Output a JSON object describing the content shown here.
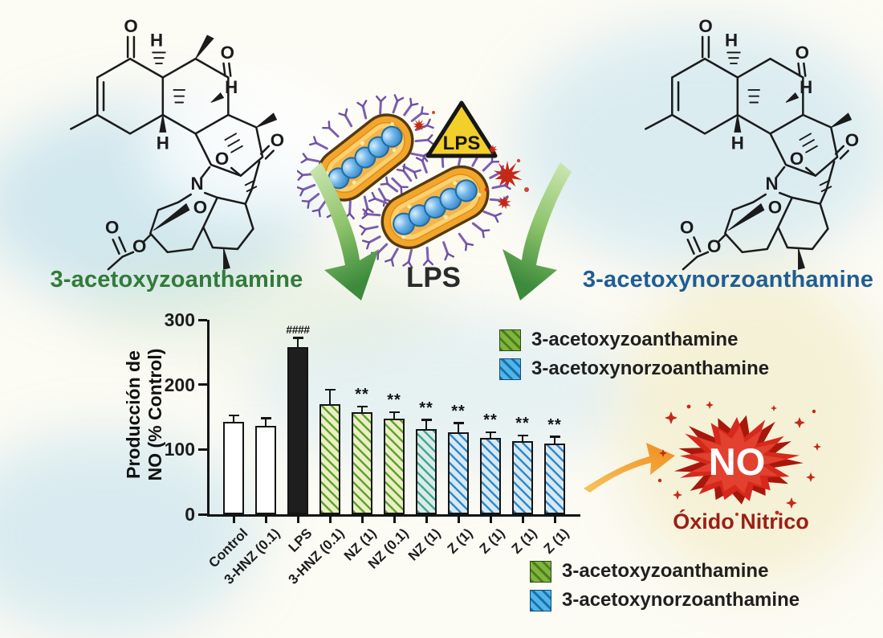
{
  "figure": {
    "molecule_left_name": "3-acetoxyzoanthamine",
    "molecule_right_name": "3-acetoxynorzoanthamine",
    "bacteria_hazard_label": "LPS",
    "bacteria_caption": "LPS",
    "output_burst_label": "NO",
    "output_caption": "Óxido Nitrico"
  },
  "molecule_atoms": {
    "ketone1": "O",
    "stereo_h_top": "H",
    "ketone2": "O",
    "stereo_h_right": "H",
    "stereo_h_left": "H",
    "ketone3": "O",
    "ring_oxygen_upper": "O",
    "nitrogen": "N",
    "ring_oxygen_lower": "O",
    "ester_carbonyl_oxygen": "O",
    "ester_oxygen": "O"
  },
  "legend": {
    "items": [
      {
        "label": "3-acetoxyzoanthamine",
        "fill": "#7fb53b",
        "stripe": "#4c7e21",
        "border": "#2c4a12"
      },
      {
        "label": "3-acetoxynorzoanthamine",
        "fill": "#4fb6e8",
        "stripe": "#1d6fad",
        "border": "#144a73"
      }
    ]
  },
  "chart_data": {
    "type": "bar",
    "title": "",
    "ylabel_line1": "Producción de",
    "ylabel_line2": "NO  (% Control)",
    "ylim": [
      0,
      300
    ],
    "yticks": [
      0,
      100,
      200,
      300
    ],
    "grid": false,
    "legend_position": "top-right",
    "categories": [
      "Control",
      "3-HNZ (0.1)",
      "LPS",
      "3-HNZ (0.1)",
      "NZ (1)",
      "NZ (0.1)",
      "NZ (1)",
      "Z (1)",
      "Z (1)",
      "Z (1)",
      "Z (1)"
    ],
    "values": [
      142,
      137,
      258,
      170,
      158,
      147,
      132,
      127,
      118,
      113,
      109
    ],
    "errors": [
      10,
      11,
      14,
      22,
      8,
      10,
      13,
      13,
      8,
      8,
      10
    ],
    "significance": [
      "",
      "",
      "####",
      "",
      "**",
      "**",
      "**",
      "**",
      "**",
      "**",
      "**"
    ],
    "bar_styles": [
      "white",
      "white",
      "black",
      "green",
      "green",
      "green",
      "teal",
      "blue",
      "blue",
      "blue",
      "blue"
    ],
    "series_of_bar": [
      "control",
      "control",
      "LPS",
      "3-acetoxyzoanthamine",
      "3-acetoxyzoanthamine",
      "3-acetoxyzoanthamine",
      "3-acetoxynorzoanthamine",
      "3-acetoxynorzoanthamine",
      "3-acetoxynorzoanthamine",
      "3-acetoxynorzoanthamine",
      "3-acetoxynorzoanthamine"
    ]
  },
  "colors": {
    "bar_white": "#ffffff",
    "bar_black": "#1e1e1e",
    "bar_green_fill": "#eaf0c2",
    "bar_green_stripe": "#61a033",
    "bar_teal_fill": "#d9ede7",
    "bar_teal_stripe": "#47a39b",
    "bar_blue_fill": "#d6e9f7",
    "bar_blue_stripe": "#3488c2",
    "left_name_color": "#337a3a",
    "right_name_color": "#1f5d94",
    "burst_red": "#d7281c",
    "caption_red": "#9b1f15",
    "arrow_orange": "#f59d26",
    "arrow_green": "#4e9b3a",
    "hazard_yellow": "#f2cf2b"
  }
}
